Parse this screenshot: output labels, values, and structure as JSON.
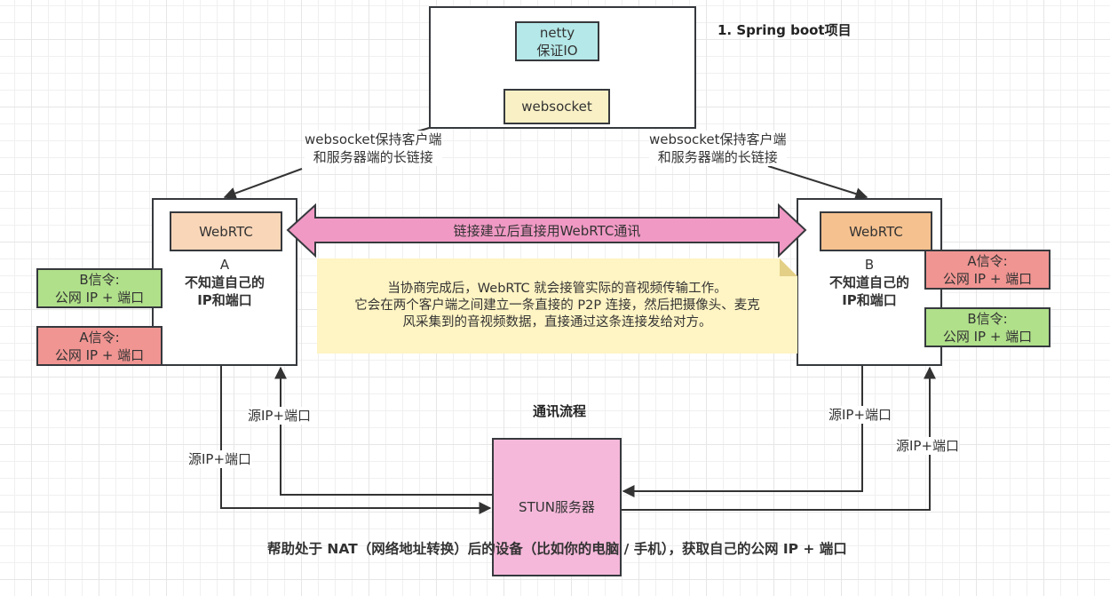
{
  "colors": {
    "stroke": "#36393d",
    "netty_fill": "#b1ddf0",
    "websocket_fill": "#f9f0c5",
    "webrtc_a_fill": "#f9d6b8",
    "webrtc_b_fill": "#f5c18f",
    "signal_green": "#b0e08a",
    "signal_red": "#f09592",
    "arrow_pink": "#f099c4",
    "note_fill": "#fff4c3",
    "stun_fill": "#f5b8da"
  },
  "spring": {
    "title": "1.  Spring boot项目",
    "netty_line1": "netty",
    "netty_line2": "保证IO",
    "websocket": "websocket"
  },
  "ws_label_left": {
    "line1": "websocket保持客户端",
    "line2": "和服务器端的长链接"
  },
  "ws_label_right": {
    "line1": "websocket保持客户端",
    "line2": "和服务器端的长链接"
  },
  "client_a": {
    "webrtc": "WebRTC",
    "name": "A",
    "desc_line1": "不知道自己的",
    "desc_line2": "IP和端口",
    "signals": [
      {
        "line1": "B信令:",
        "line2": "公网 IP + 端口"
      },
      {
        "line1": "A信令:",
        "line2": "公网 IP + 端口"
      }
    ]
  },
  "client_b": {
    "webrtc": "WebRTC",
    "name": "B",
    "desc_line1": "不知道自己的",
    "desc_line2": "IP和端口",
    "signals": [
      {
        "line1": "A信令:",
        "line2": "公网 IP + 端口"
      },
      {
        "line1": "B信令:",
        "line2": "公网 IP + 端口"
      }
    ]
  },
  "p2p_arrow_label": "链接建立后直接用WebRTC通讯",
  "note": {
    "line1": "当协商完成后，WebRTC 就会接管实际的音视频传输工作。",
    "line2": "它会在两个客户端之间建立一条直接的 P2P 连接，然后把摄像头、麦克",
    "line3": "风采集到的音视频数据，直接通过这条连接发给对方。"
  },
  "flow_title": "通讯流程",
  "stun": {
    "label": "STUN服务器",
    "description": "帮助处于 NAT（网络地址转换）后的设备（比如你的电脑 / 手机），获取自己的公网 IP + 端口"
  },
  "edge_labels": {
    "a_up": "源IP+端口",
    "a_down": "源IP+端口",
    "b_down": "源IP+端口",
    "b_up": "源IP+端口"
  }
}
